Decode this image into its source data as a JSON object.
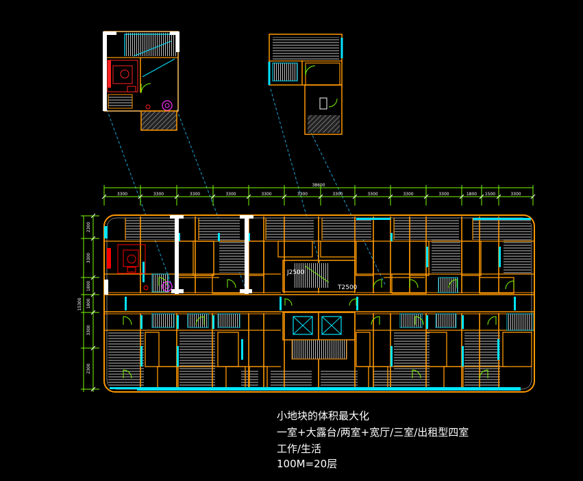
{
  "dimensions": {
    "total": "38600",
    "bays": [
      "3300",
      "3300",
      "3300",
      "3300",
      "3300",
      "3300",
      "3300",
      "3300",
      "3300",
      "3300",
      "1800",
      "1500",
      "3300"
    ],
    "depth_total": "15300",
    "depth_parts": [
      "2300",
      "3300",
      "1800",
      "1800",
      "3300",
      "2300"
    ]
  },
  "labels": {
    "stair_left": "J2500",
    "stair_right": "T2500"
  },
  "caption": {
    "line1": "小地块的体积最大化",
    "line2": "一室+大露台/两室+宽厅/三室/出租型四室",
    "line3": "工作/生活",
    "line4": "100M=20层"
  },
  "colors": {
    "background": "#000000",
    "wall": "#ff9900",
    "window": "#00e5ff",
    "door": "#7cfc00",
    "dimension": "#7cfc00",
    "furniture": "#ff0000",
    "leader": "#1fa3d6",
    "hatch": "#bfbfbf"
  }
}
